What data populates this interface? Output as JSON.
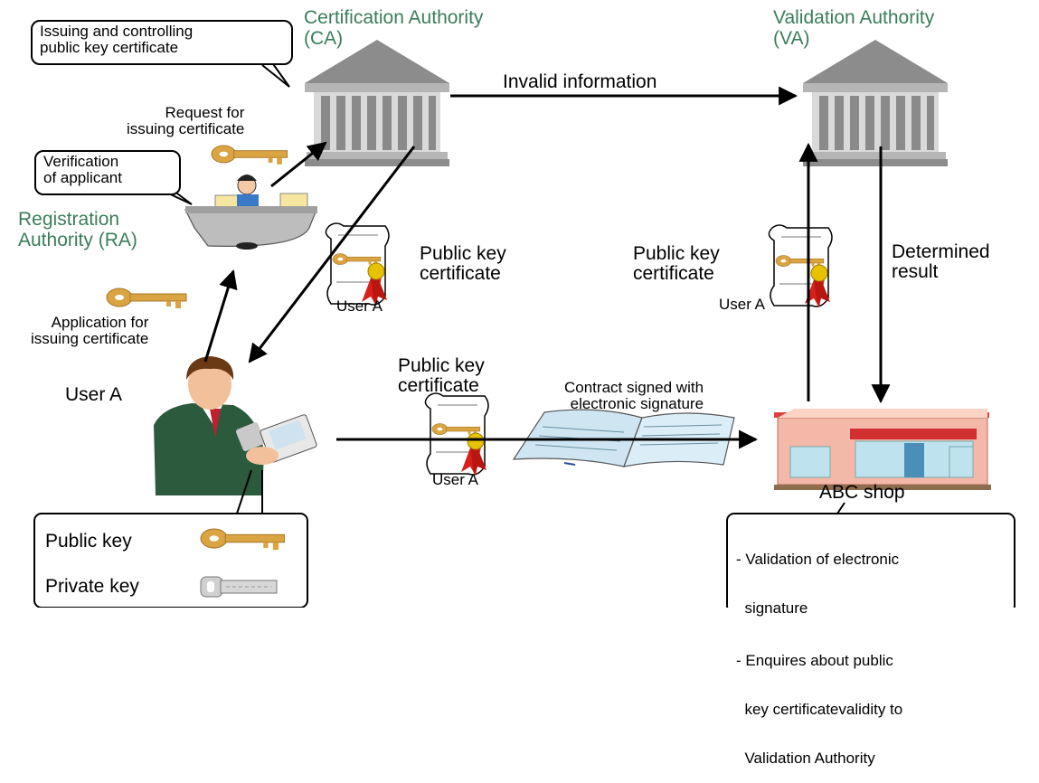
{
  "entities": {
    "ca": {
      "label_line1": "Certification Authority",
      "label_line2": "(CA)"
    },
    "va": {
      "label_line1": "Validation Authority",
      "label_line2": "(VA)"
    },
    "ra": {
      "label_line1": "Registration",
      "label_line2": "Authority (RA)"
    },
    "user": {
      "label": "User A"
    },
    "shop": {
      "label": "ABC shop"
    }
  },
  "bubbles": {
    "ca_role": {
      "line1": "Issuing and controlling",
      "line2": "public key certificate"
    },
    "ra_role": {
      "line1": "Verification",
      "line2": "of applicant"
    }
  },
  "arrows": {
    "invalid_info": "Invalid information",
    "request": {
      "line1": "Request for",
      "line2": "issuing certificate"
    },
    "application": {
      "line1": "Application for",
      "line2": "issuing certificate"
    },
    "determined": {
      "line1": "Determined",
      "line2": "result"
    }
  },
  "certificates": {
    "to_user": {
      "title1": "Public key",
      "title2": "certificate",
      "owner": "User A"
    },
    "to_va": {
      "title1": "Public key",
      "title2": "certificate",
      "owner": "User A"
    },
    "to_shop": {
      "title1": "Public key",
      "title2": "certificate",
      "owner": "User A"
    }
  },
  "contract": {
    "line1": "Contract signed with",
    "line2": "electronic signature"
  },
  "keys_legend": {
    "public": "Public key",
    "private": "Private key"
  },
  "shop_notes": {
    "item1_line1": "- Validation of electronic",
    "item1_line2": "  signature",
    "item2_line1": "- Enquires about public",
    "item2_line2": "  key certificatevalidity to",
    "item2_line3": "  Validation Authority"
  },
  "colors": {
    "authority_text": "#3a7d5a",
    "key_gold": "#d9a441",
    "ribbon_red": "#d8201a",
    "building_gray": "#9a9a9a"
  },
  "icons": [
    "ca-building-icon",
    "va-building-icon",
    "ra-clerk-icon",
    "user-a-person-icon",
    "abc-shop-icon",
    "certificate-scroll-icon",
    "gold-key-icon",
    "silver-key-icon",
    "contract-book-icon"
  ]
}
